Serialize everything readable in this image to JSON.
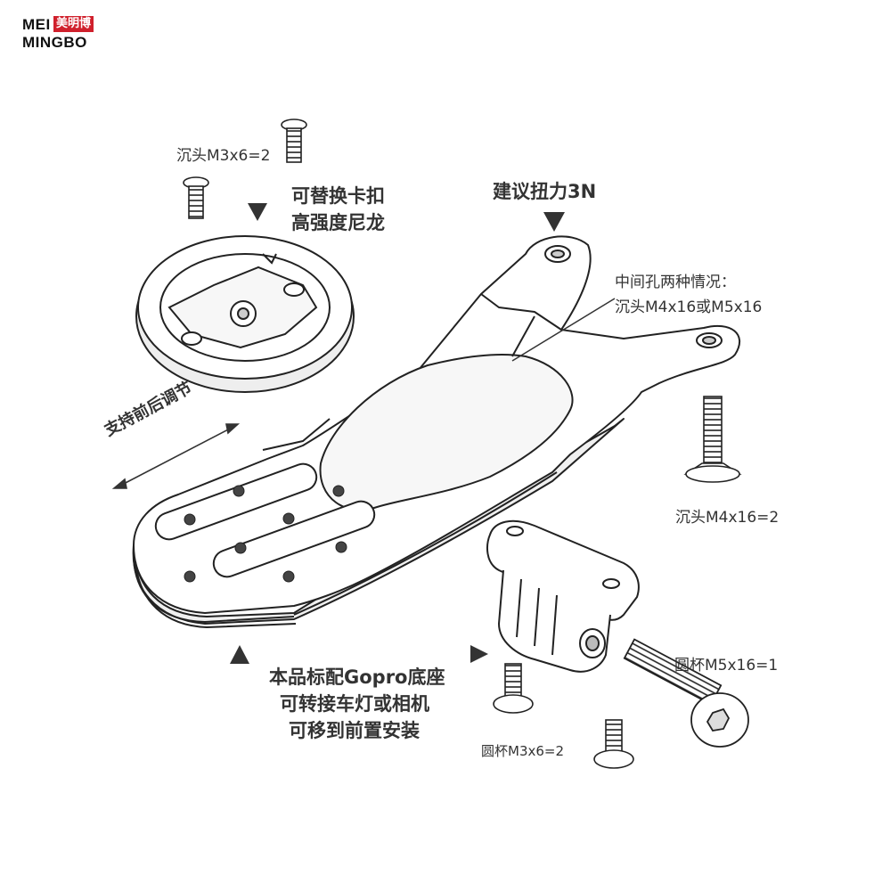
{
  "brand": {
    "latin_top": "MEI",
    "chinese": "美明博",
    "latin_bottom": "MINGBO",
    "accent": "#d0202c"
  },
  "labels": {
    "top_screw": "沉头M3x6=2",
    "mount_line1": "可替换卡扣",
    "mount_line2": "高强度尼龙",
    "torque": "建议扭力3N",
    "middle_hole_line1": "中间孔两种情况：",
    "middle_hole_line2": "沉头M4x16或M5x16",
    "adjust": "支持前后调节",
    "right_screw": "沉头M4x16=2",
    "round_big": "圆杯M5x16=1",
    "gopro_line1": "本品标配Gopro底座",
    "gopro_line2": "可转接车灯或相机",
    "gopro_line3": "可移到前置安装",
    "round_small": "圆杯M3x6=2"
  },
  "icons": [
    "arrow-down-icon",
    "arrow-up-icon",
    "arrow-left-icon",
    "double-arrow-icon"
  ],
  "colors": {
    "line": "#222222",
    "fill": "#ffffff",
    "shade": "#e6e6e6",
    "text": "#333333"
  }
}
